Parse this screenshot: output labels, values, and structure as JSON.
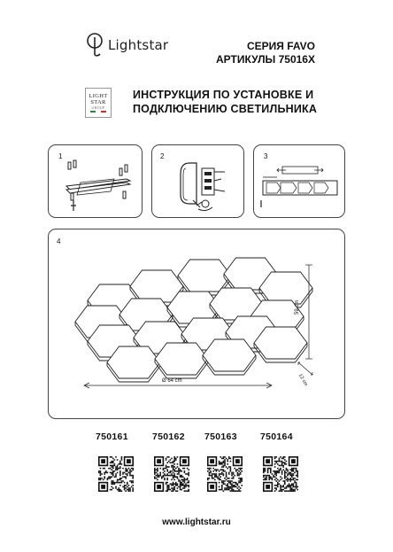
{
  "header": {
    "brand_name": "Lightstar",
    "series": "СЕРИЯ FAVO",
    "articles": "АРТИКУЛЫ 75016X"
  },
  "group_logo": {
    "line1": "LIGHT",
    "line2": "STAR",
    "line3": "GROUP"
  },
  "instructions": {
    "line1": "ИНСТРУКЦИЯ ПО УСТАНОВКЕ И",
    "line2": "ПОДКЛЮЧЕНИЮ СВЕТИЛЬНИКА"
  },
  "steps": [
    {
      "number": "1"
    },
    {
      "number": "2"
    },
    {
      "number": "3"
    },
    {
      "number": "4"
    }
  ],
  "dimensions": {
    "width": "Ø 64 cm",
    "height": "59 cm",
    "depth": "12 cm"
  },
  "article_codes": [
    "750161",
    "750162",
    "750163",
    "750164"
  ],
  "footer": {
    "url": "www.lightstar.ru"
  }
}
